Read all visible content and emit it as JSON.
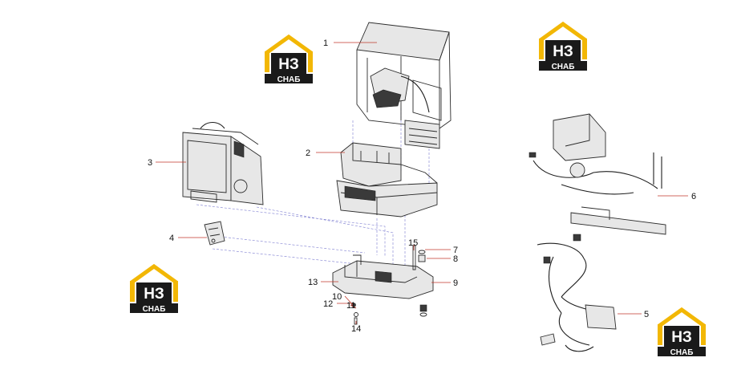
{
  "logo": {
    "letters": "НЗ",
    "caption": "СНАБ",
    "colors": {
      "accent": "#f2b705",
      "dark": "#1a1a1a",
      "text": "#ffffff"
    }
  },
  "callouts": [
    "1",
    "2",
    "3",
    "4",
    "5",
    "6",
    "7",
    "8",
    "9",
    "10",
    "11",
    "12",
    "13",
    "14",
    "15"
  ],
  "colors": {
    "leader": "#c0392b",
    "dashed_guide": "#7b7bd0",
    "line": "#2b2b2b"
  }
}
